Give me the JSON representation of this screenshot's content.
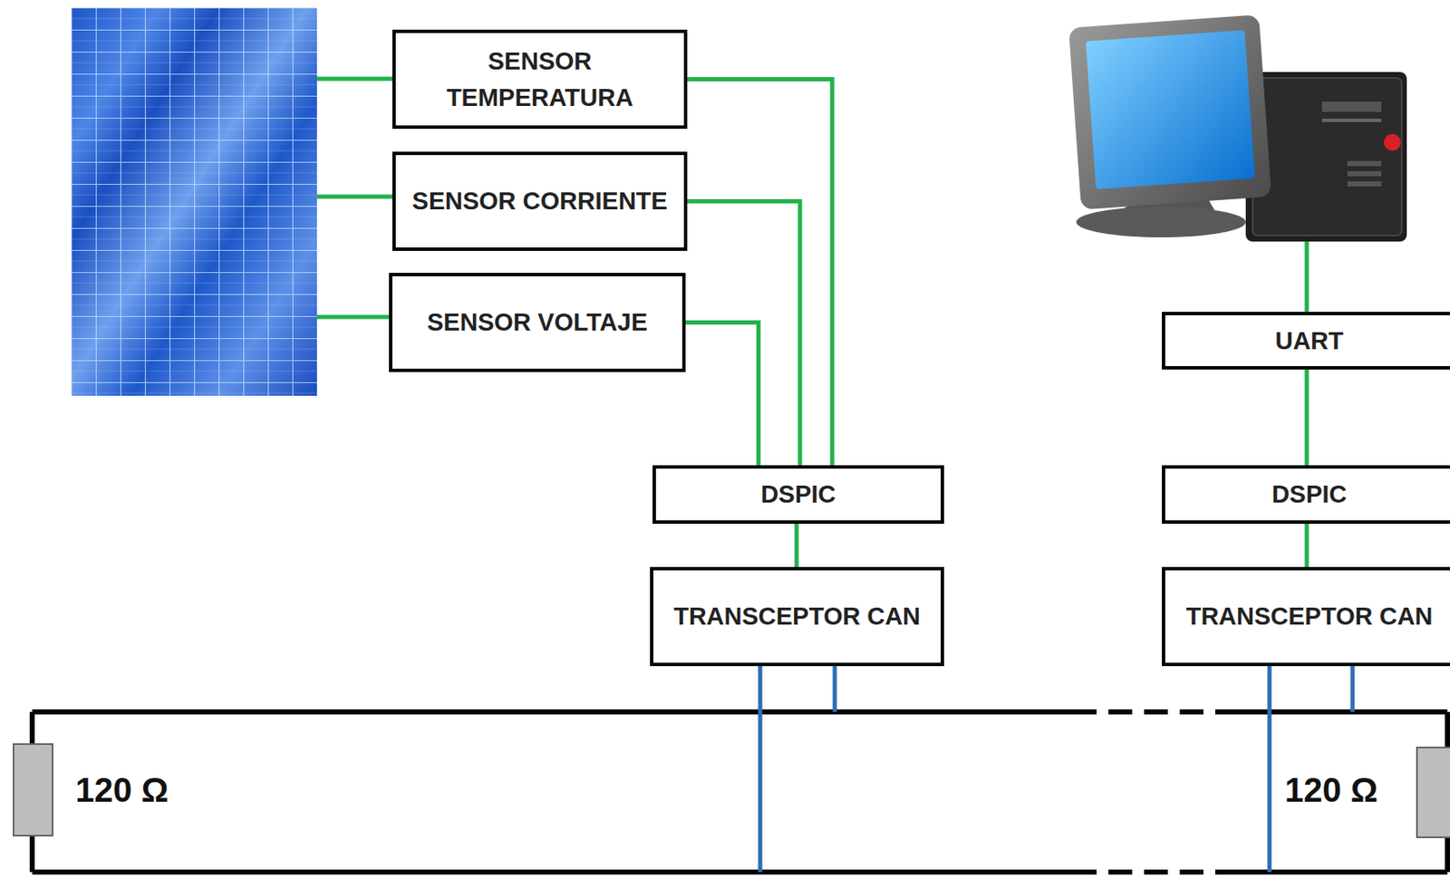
{
  "diagram": {
    "nodes": [
      {
        "text": [
          "SENSOR TEMPERATURA"
        ]
      },
      {
        "text": [
          "SENSOR CORRIENTE"
        ]
      },
      {
        "text": [
          "SENSOR VOLTAJE"
        ]
      },
      {
        "text": [
          "DSPIC"
        ]
      },
      {
        "text": [
          "TRANSCEPTOR CAN"
        ]
      },
      {
        "text": [
          "UART"
        ]
      },
      {
        "text": [
          "DSPIC"
        ]
      },
      {
        "text": [
          "TRANSCEPTOR CAN"
        ]
      }
    ],
    "edges": [
      {
        "from": 0,
        "to": 3,
        "arrow": "none"
      },
      {
        "from": 1,
        "to": 3,
        "arrow": "none"
      },
      {
        "from": 2,
        "to": 3,
        "arrow": "none"
      },
      {
        "from": 3,
        "to": 4,
        "arrow": "none"
      },
      {
        "from": 5,
        "to": 6,
        "arrow": "none"
      },
      {
        "from": 6,
        "to": 7,
        "arrow": "none"
      }
    ],
    "labels": [
      "120 Ω",
      "120 Ω"
    ]
  }
}
